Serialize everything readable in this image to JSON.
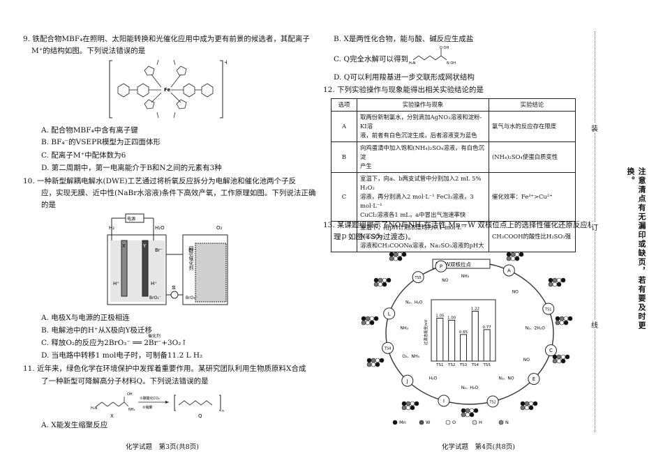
{
  "left_column": {
    "q9": {
      "stem_1": "9. 铁配合物MBF₄在照明、太阳能转换和光催化应用中成为更有前景的候选者，其配离子",
      "stem_2": "M⁺的结构如图。下列说法错误的是",
      "options": [
        "A. 配合物MBF₄中含有离子键",
        "B. BF₄⁻的VSEPR模型为正四面体形",
        "C. 配离子M⁺中配体数为6",
        "D. 第二周期中，第一电离能介于B和N之间的元素有3种"
      ],
      "figure_charge": "+",
      "figure_center": "Fe"
    },
    "q10": {
      "stem_1": "10. 一种新型解耦电解水(DWE)工艺通过将析氧反应拆分为电解池和催化池两个子反",
      "stem_2": "应，实现无膜、近中性(NaBr水溶液)条件下高效产氧，工作原理如图。下列说法正确",
      "stem_3": "的是",
      "figure": {
        "power": "电源",
        "h2": "H₂",
        "h2o": "H₂O",
        "o2": "O₂",
        "br_minus": "Br⁻",
        "electrode_x": "X",
        "electrode_y": "Y",
        "h_plus": "H⁺",
        "bro3": "BrO₃⁻",
        "pump": "泵",
        "catalyst_bed": "网状催化剂"
      },
      "options": [
        "A. 电极X与电源的正极相连",
        "B. 电解池中的H⁺从X极向Y极迁移",
        "C. 释放O₂的反应为2BrO₃⁻ ══ 2Br⁻+3O₂↑",
        "D. 当电路中转移1 mol电子时，可制备11.2 L H₂"
      ],
      "option_c_above": "催化剂"
    },
    "q11": {
      "stem_1": "11. 近年来，绿色化学在环境保护中发挥着重要作用。某研究团队利用生物质原料X合成",
      "stem_2": "了一种新型可降解高分子材料Q。下列说法错误的是",
      "reaction_top": "①碳酸化CO₂",
      "reaction_bottom": "②缩聚",
      "label_x": "X",
      "label_q": "Q",
      "options": [
        "A. X能发生缩聚反应"
      ]
    },
    "footer": "化学试题　第3页(共8页)"
  },
  "right_column": {
    "q11_cont": {
      "options": [
        "B. X是两性化合物，能与酸、碱反应生成盐",
        "C. Q完全水解可以得到",
        "D. Q可以利用羧基进一步交联形成网状结构"
      ]
    },
    "q12": {
      "stem": "12. 下列实验操作与现象能得出相关实验结论的是",
      "headers": [
        "选项",
        "实验操作与现象",
        "实验结论"
      ],
      "rows": [
        {
          "opt": "A",
          "op_1": "取两份新制氯水，分别滴加AgNO₃溶液和淀粉-KI溶",
          "op_2": "液，前者有白色沉淀生成，后者溶液变为蓝色",
          "op_3": "",
          "conclusion": "氯气与水的反应存在限度"
        },
        {
          "opt": "B",
          "op_1": "向鸡蛋清中加入饱和(NH₄)₂SO₄溶液，有白色沉淀",
          "op_2": "产生",
          "op_3": "",
          "conclusion": "(NH₄)₂SO₄使蛋白质变性"
        },
        {
          "opt": "C",
          "op_1": "室温下，向a、b两支试管中分别加入2 mL 5% H₂O₂",
          "op_2": "溶液，再分别滴入2 mol·L⁻¹ FeCl₃溶液，3 mol·L⁻¹",
          "op_3": "CuCl₂溶液各1 mL，a中冒出气泡速率快",
          "conclusion": "催化效率：Fe³⁺>Cu²⁺"
        },
        {
          "opt": "D",
          "op_1": "室温下，用pH计测浓度均为0.1 mol·L⁻¹ Na₂SO₃",
          "op_2": "溶液和CH₃COONa溶液，Na₂SO₃溶液的pH大",
          "op_3": "",
          "conclusion": "CH₃COOH的酸性比H₂SO₃强"
        }
      ]
    },
    "q13": {
      "stem_1": "13. 某课题组揭示了NO与NH₃在活性 Mn－W 双核位点上的选择性催化还原反应机",
      "stem_2": "理，如图(TS为过渡态)。",
      "cycle_title": "Mn-W双核位点",
      "nodes": [
        "P",
        "A",
        "TS1",
        "C",
        "E",
        "TS2",
        "I",
        "J",
        "TS4",
        "L",
        "TS5"
      ],
      "species": [
        "NH₃",
        "NO",
        "N₂、2H₂O",
        "NO",
        "N₂、NO",
        "N₂、H₂O",
        "H₂O",
        "O₂、NH₃",
        "NH₃",
        "N₂、H₂O",
        "NO"
      ],
      "chart_data": {
        "type": "bar",
        "categories": [
          "TS1",
          "TS2",
          "TS3",
          "TS4",
          "TS5"
        ],
        "values": [
          1.05,
          1.0,
          0.65,
          1.22,
          0.77
        ],
        "ylabel": "过渡态能垒/eV",
        "ylim": [
          0,
          1.4
        ]
      },
      "legend": [
        "Mn",
        "W",
        "O",
        "H",
        "N"
      ],
      "legend_colors": [
        "#111111",
        "#555555",
        "#ffffff",
        "#dddddd",
        "#888888"
      ]
    },
    "footer": "化学试题　第4页(共8页)"
  },
  "binding": {
    "zhuang": "装",
    "ding": "订",
    "xian": "线",
    "notice": "注意清点有无漏印或缺页，若有要及时更换。"
  }
}
